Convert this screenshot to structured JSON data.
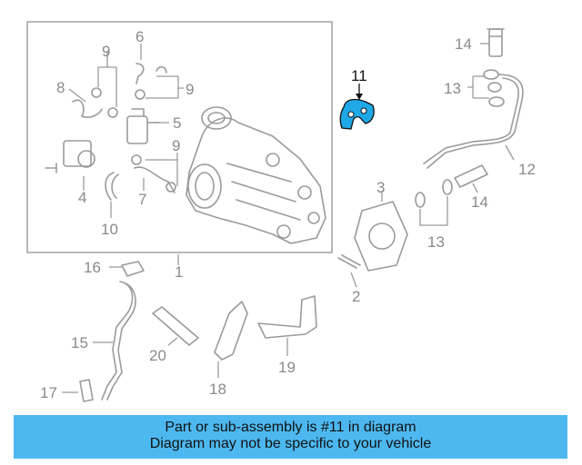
{
  "diagram": {
    "callouts": {
      "c1": "1",
      "c2": "2",
      "c3": "3",
      "c4": "4",
      "c5": "5",
      "c6": "6",
      "c7": "7",
      "c8": "8",
      "c9a": "9",
      "c9b": "9",
      "c9c": "9",
      "c10": "10",
      "c11": "11",
      "c12": "12",
      "c13a": "13",
      "c13b": "13",
      "c14a": "14",
      "c14b": "14",
      "c15": "15",
      "c16": "16",
      "c17": "17",
      "c18": "18",
      "c19": "19",
      "c20": "20"
    },
    "highlight_color": "#1fa7e6"
  },
  "caption": {
    "line1": "Part or sub-assembly is #11 in diagram",
    "line2": "Diagram may not be specific to your vehicle"
  }
}
